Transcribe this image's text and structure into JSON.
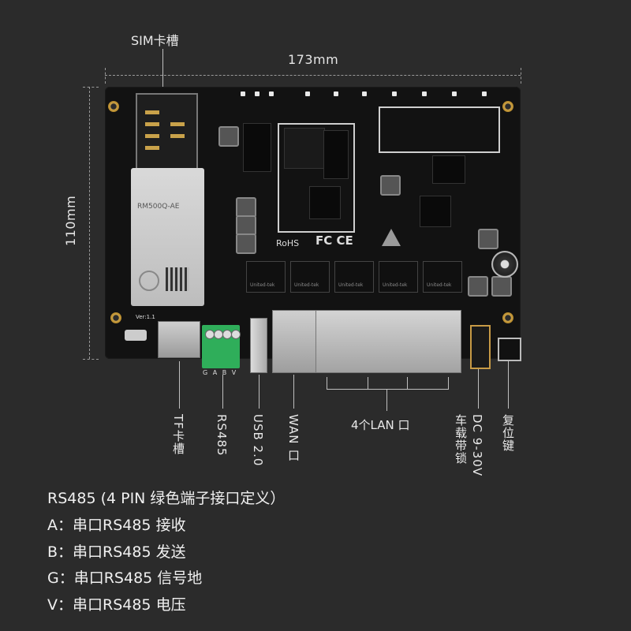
{
  "dimensions": {
    "width_label": "173mm",
    "height_label": "110mm"
  },
  "callouts": {
    "sim": "SIM卡槽",
    "tf": "TF卡槽",
    "rs485": "RS485",
    "usb": "USB 2.0",
    "wan": "WAN 口",
    "lan": "4个LAN 口",
    "dc": "DC 9-30V",
    "car_lock": "车载带锁",
    "reset": "复位键"
  },
  "board_markings": {
    "module_model": "RM500Q-AE",
    "ver": "Ver:1.1",
    "rohs": "RoHS",
    "fcc_ce": "FC CE",
    "terminal_pins": "G A B V",
    "magnetics_label": "United-tek"
  },
  "legend": {
    "title": "RS485 (4 PIN 绿色端子接口定义）",
    "items": [
      "A：串口RS485 接收",
      "B：串口RS485 发送",
      "G：串口RS485 信号地",
      "V：串口RS485 电压"
    ]
  }
}
